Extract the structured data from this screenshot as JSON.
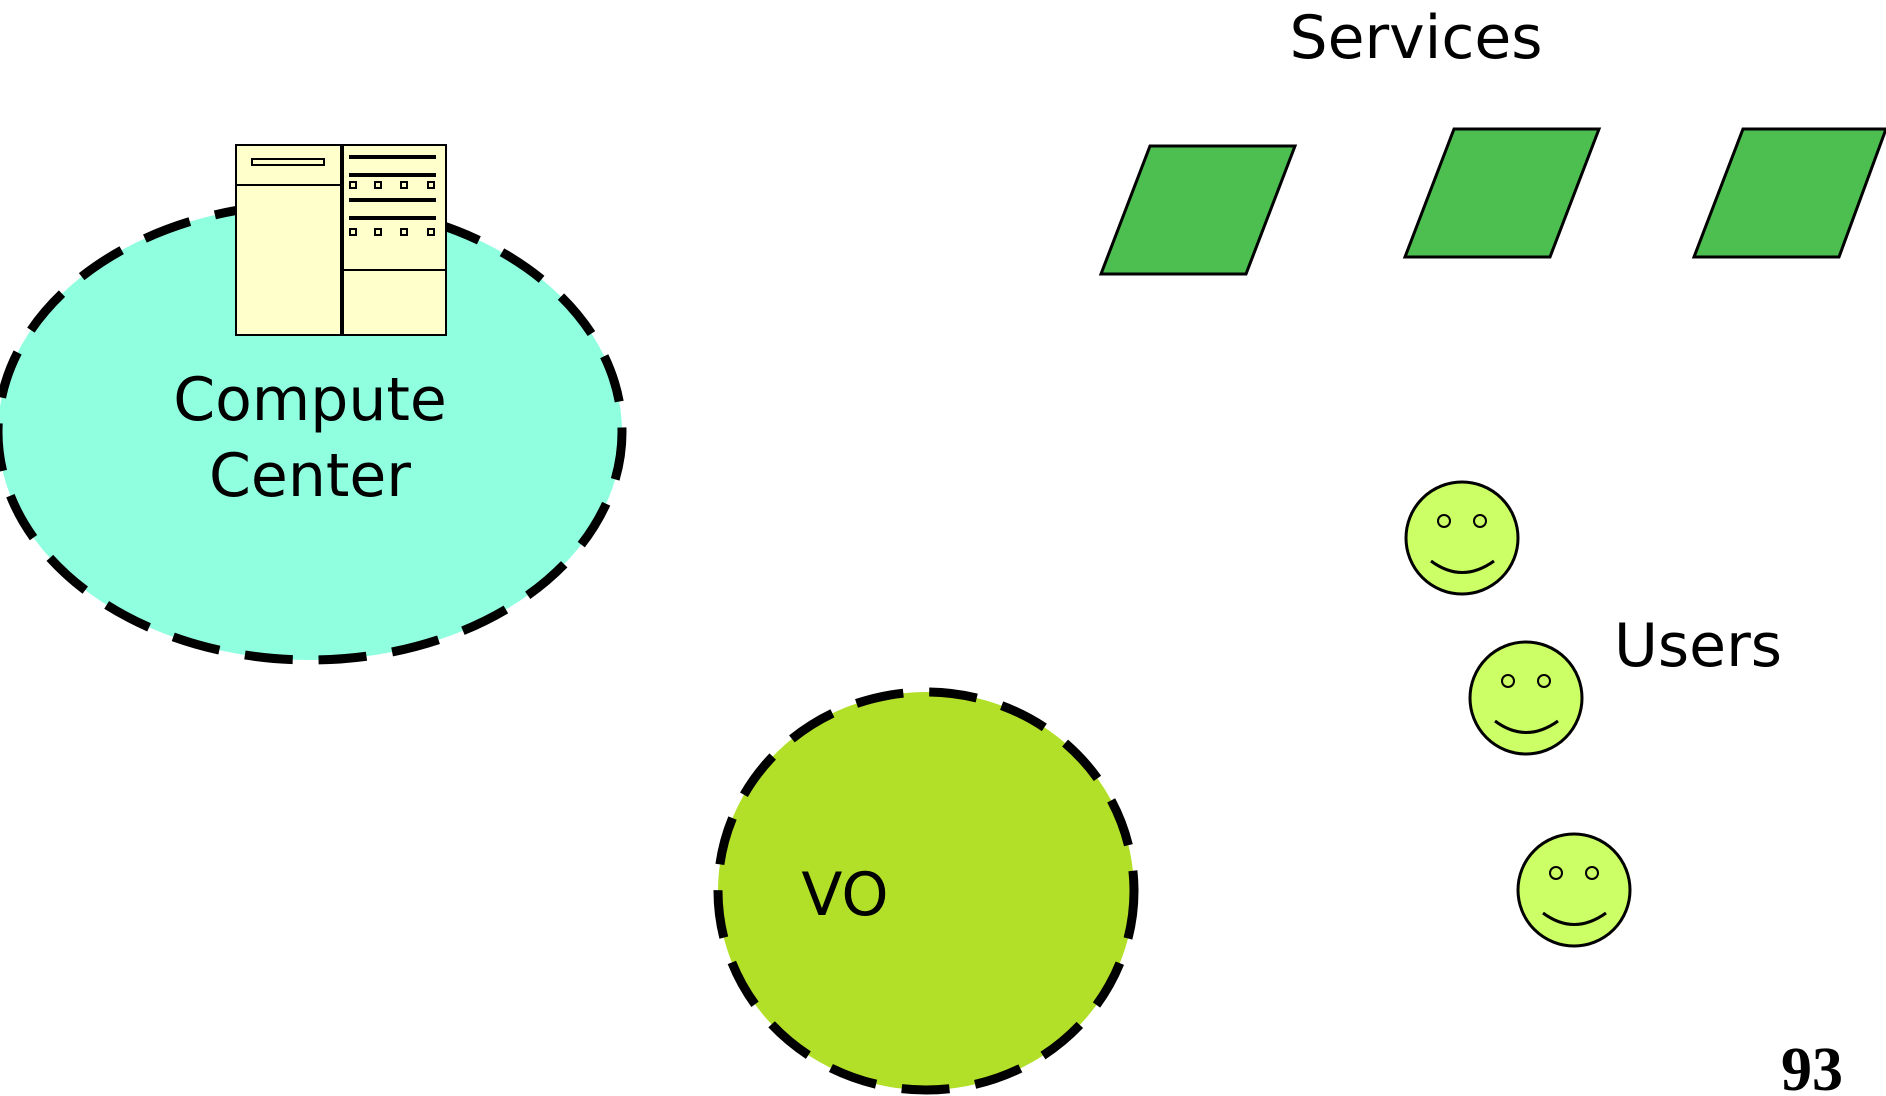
{
  "labels": {
    "services": "Services",
    "compute_center_line1": "Compute",
    "compute_center_line2": "Center",
    "vo": "VO",
    "users": "Users",
    "page_number": "93"
  },
  "icons": {
    "server": "server-icon",
    "service": "parallelogram-service-icon",
    "user": "smiley-user-icon"
  },
  "colors": {
    "compute_center_fill": "#90FFE0",
    "vo_fill": "#B2DF28",
    "service_fill": "#4CBF50",
    "user_fill": "#CCFF66",
    "server_fill": "#FFFFCC",
    "dash_stroke": "#000000"
  }
}
